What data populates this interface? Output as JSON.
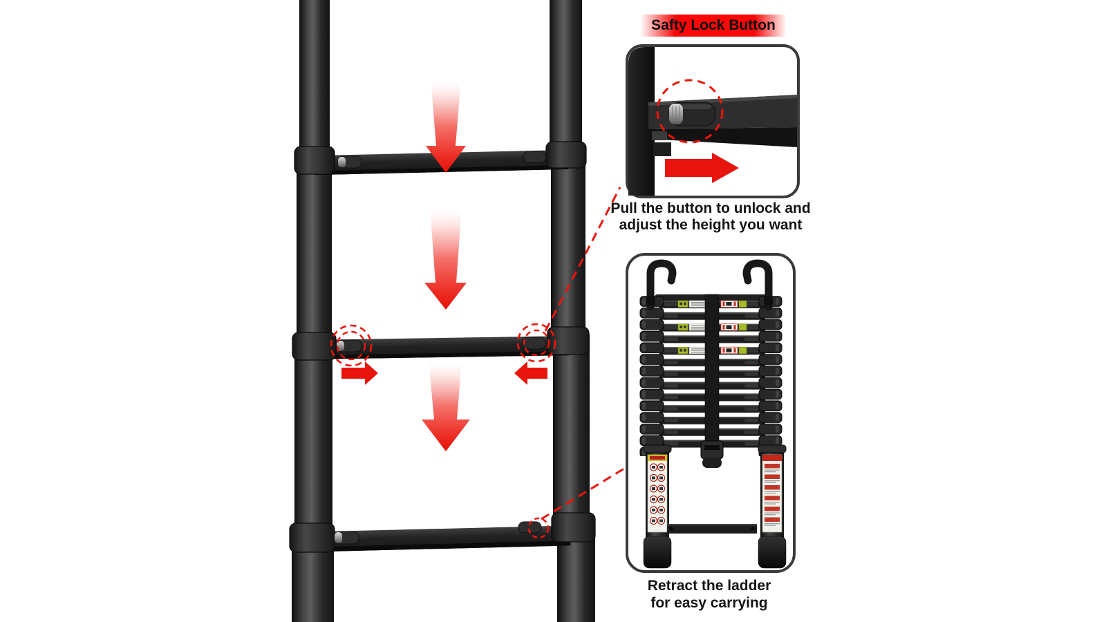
{
  "scene": {
    "subject": "black telescopic ladder",
    "view": "extended ladder close-up with retraction annotations"
  },
  "callout_top": {
    "title": "Safty Lock Button",
    "caption_line1": "Pull the button to unlock and",
    "caption_line2": "adjust the height you want"
  },
  "callout_bottom": {
    "caption_line1": "Retract the ladder",
    "caption_line2": "for easy carrying"
  },
  "annotations": {
    "down_arrow_count": 3,
    "push_arrow_count": 2,
    "highlight_circle_count": 4,
    "leader_line_count": 2
  },
  "colors": {
    "background": "#ffffff",
    "accent_red": "#e8150e",
    "title_band_red": "#fa0808",
    "callout_border": "#3a3a3a",
    "ladder_dark": "#1e1e1e",
    "warning_label_green": "#a9b92c",
    "text": "#141414"
  }
}
